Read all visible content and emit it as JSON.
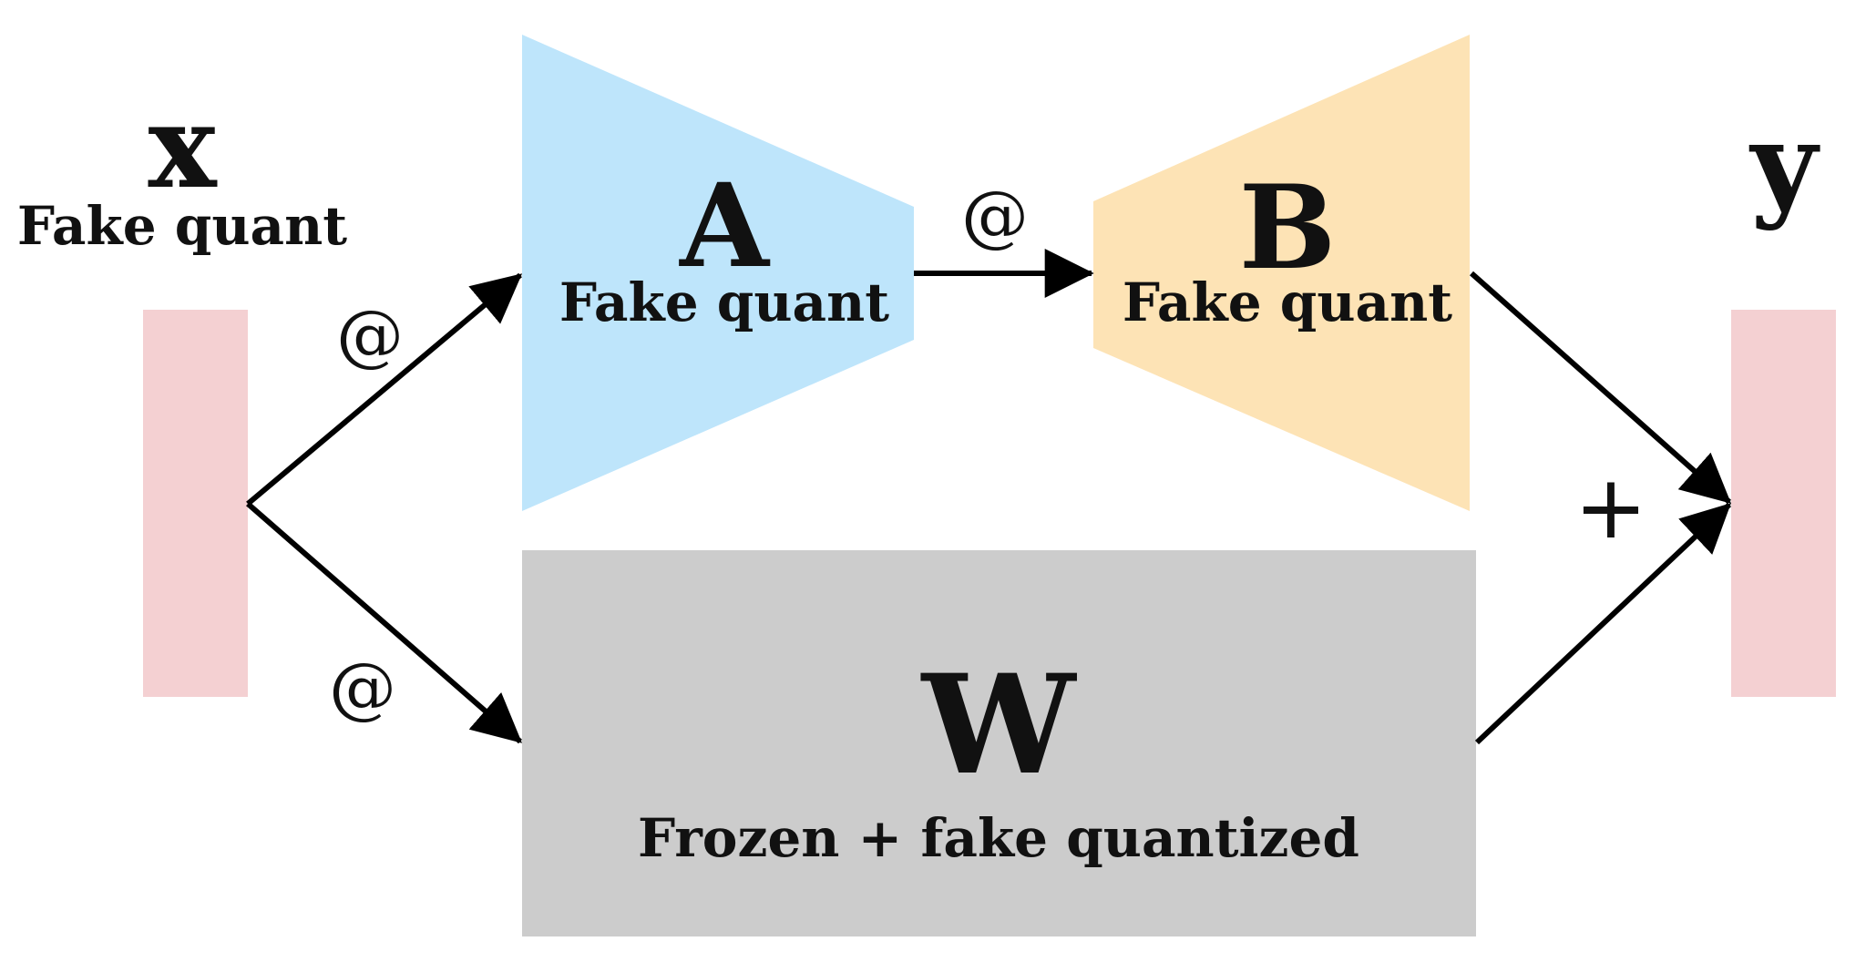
{
  "colors": {
    "input_output": "#f4d0d2",
    "matrix_a": "#bee5fb",
    "matrix_b": "#fde3b5",
    "matrix_w": "#cccccc",
    "arrow": "#000000",
    "text": "#111111"
  },
  "input": {
    "symbol": "x",
    "label": "Fake quant"
  },
  "output": {
    "symbol": "y"
  },
  "matrix_a": {
    "symbol": "A",
    "label": "Fake quant"
  },
  "matrix_b": {
    "symbol": "B",
    "label": "Fake quant"
  },
  "matrix_w": {
    "symbol": "W",
    "label": "Frozen + fake quantized"
  },
  "operators": {
    "x_to_a": "@",
    "x_to_w": "@",
    "a_to_b": "@",
    "sum": "+"
  }
}
